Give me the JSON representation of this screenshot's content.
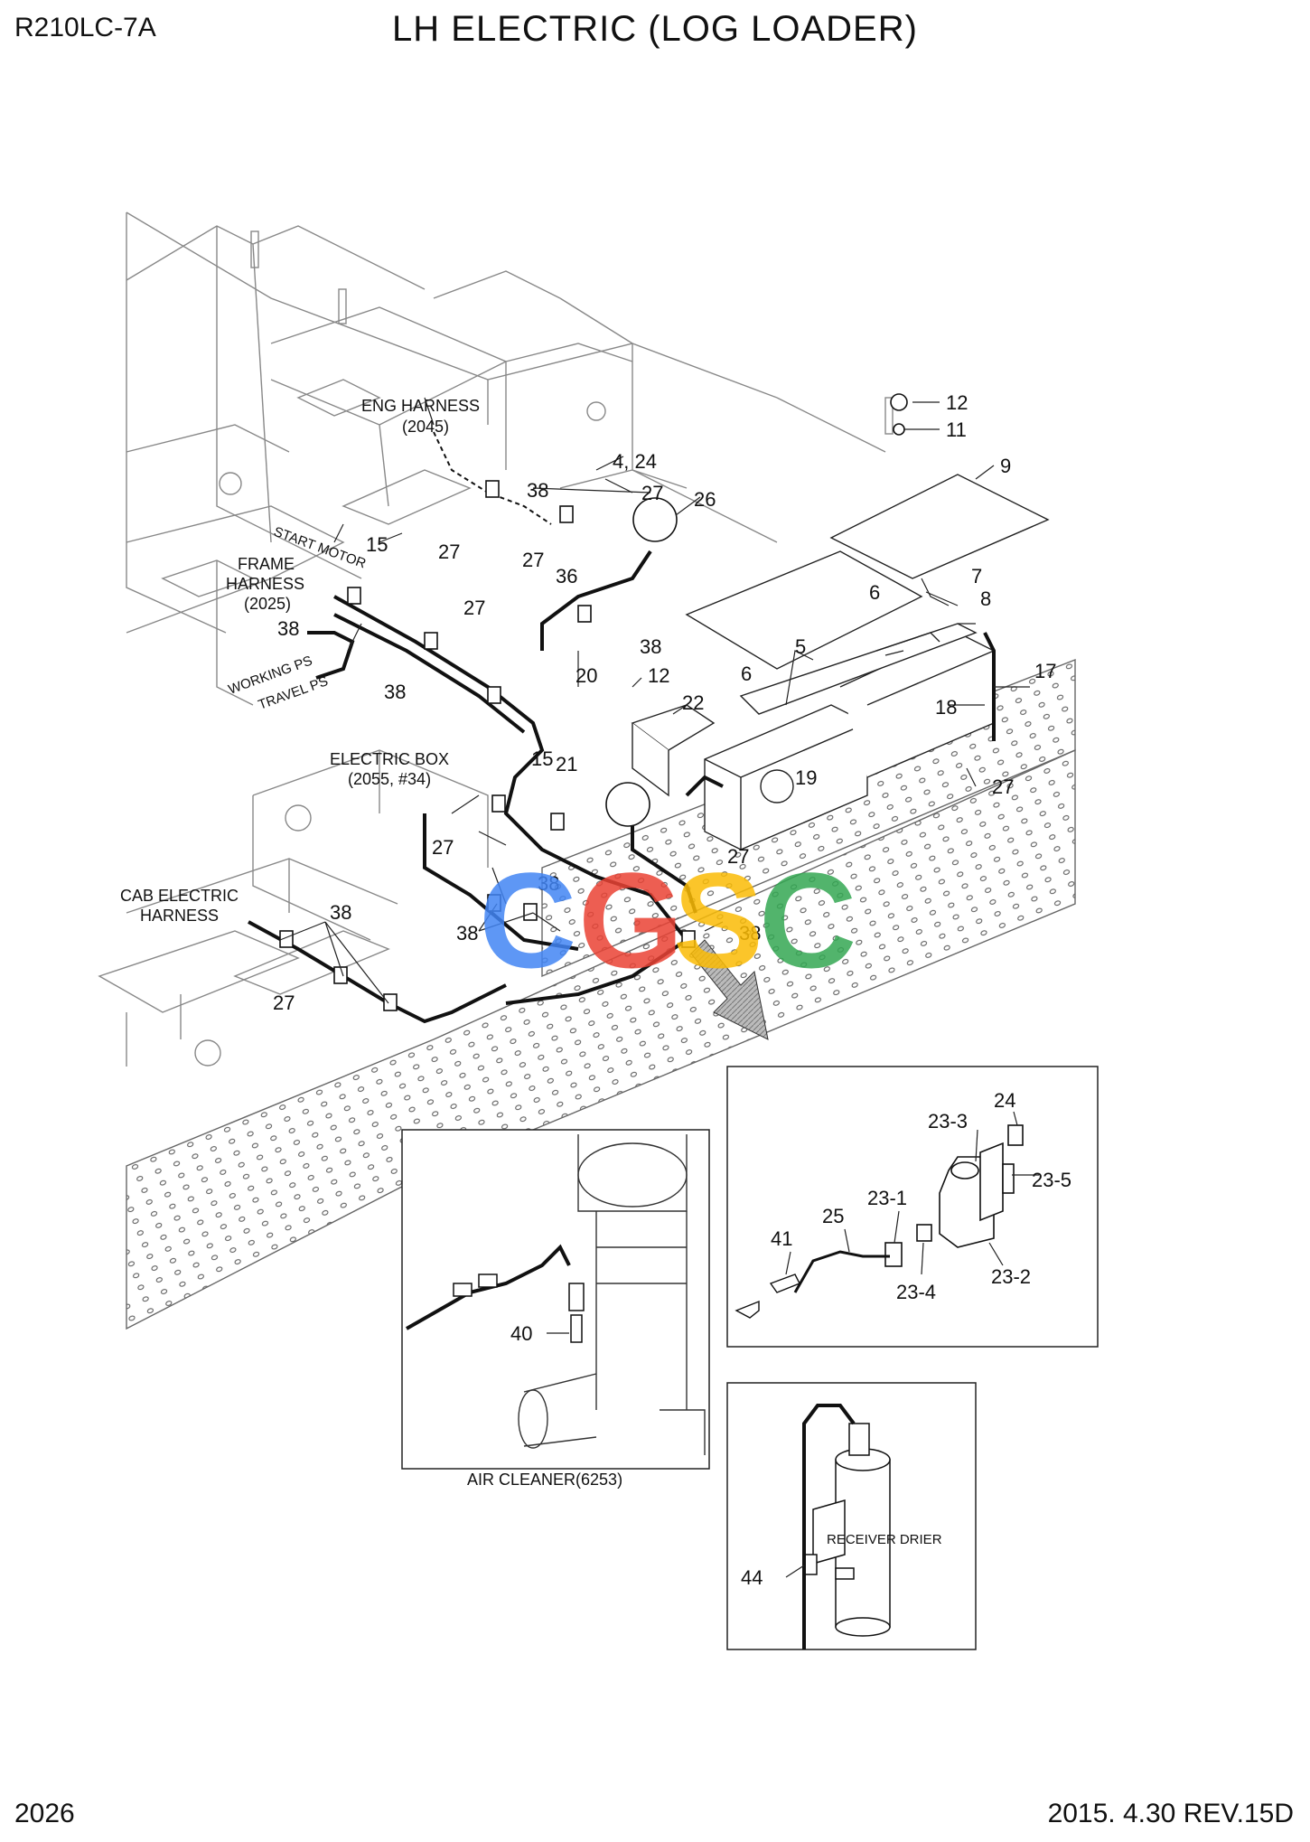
{
  "header": {
    "model": "R210LC-7A",
    "title": "LH ELECTRIC (LOG LOADER)"
  },
  "footer": {
    "page_number": "2026",
    "revision": "2015. 4.30  REV.15D"
  },
  "watermark": {
    "letters": [
      "C",
      "G",
      "S",
      "C"
    ],
    "colors": [
      "#4285f4",
      "#ea4335",
      "#fbbc05",
      "#34a853"
    ]
  },
  "annotations": {
    "eng_harness": [
      "ENG HARNESS",
      "(2045)"
    ],
    "frame_harness": [
      "FRAME",
      "HARNESS",
      "(2025)"
    ],
    "electric_box": [
      "ELECTRIC BOX",
      "(2055, #34)"
    ],
    "cab_electric_harness": [
      "CAB ELECTRIC",
      "HARNESS"
    ],
    "start_motor": "START MOTOR",
    "working_ps": "WORKING PS",
    "travel_ps": "TRAVEL PS",
    "air_cleaner": "AIR CLEANER(6253)",
    "receiver_drier": "RECEIVER DRIER"
  },
  "callouts": {
    "c12a": "12",
    "c11": "11",
    "c9": "9",
    "c4_24": "4, 24",
    "c38a": "38",
    "c27a": "27",
    "c26": "26",
    "c27b": "27",
    "c15a": "15",
    "c27c": "27",
    "c36": "36",
    "c27d": "27",
    "c7": "7",
    "c6a": "6",
    "c8": "8",
    "c38b": "38",
    "c38c": "38",
    "c5": "5",
    "c6b": "6",
    "c17": "17",
    "c20": "20",
    "c12b": "12",
    "c38d": "38",
    "c22": "22",
    "c18": "18",
    "c15b": "15",
    "c21": "21",
    "c19": "19",
    "c27e": "27",
    "c27f": "27",
    "c27g": "27",
    "c38e": "38",
    "c38f": "38",
    "c38g": "38",
    "c38h": "38",
    "c27h": "27",
    "c24": "24",
    "c23_3": "23-3",
    "c23_5": "23-5",
    "c23_1": "23-1",
    "c25": "25",
    "c41": "41",
    "c23_2": "23-2",
    "c23_4": "23-4",
    "c40": "40",
    "c44": "44"
  }
}
